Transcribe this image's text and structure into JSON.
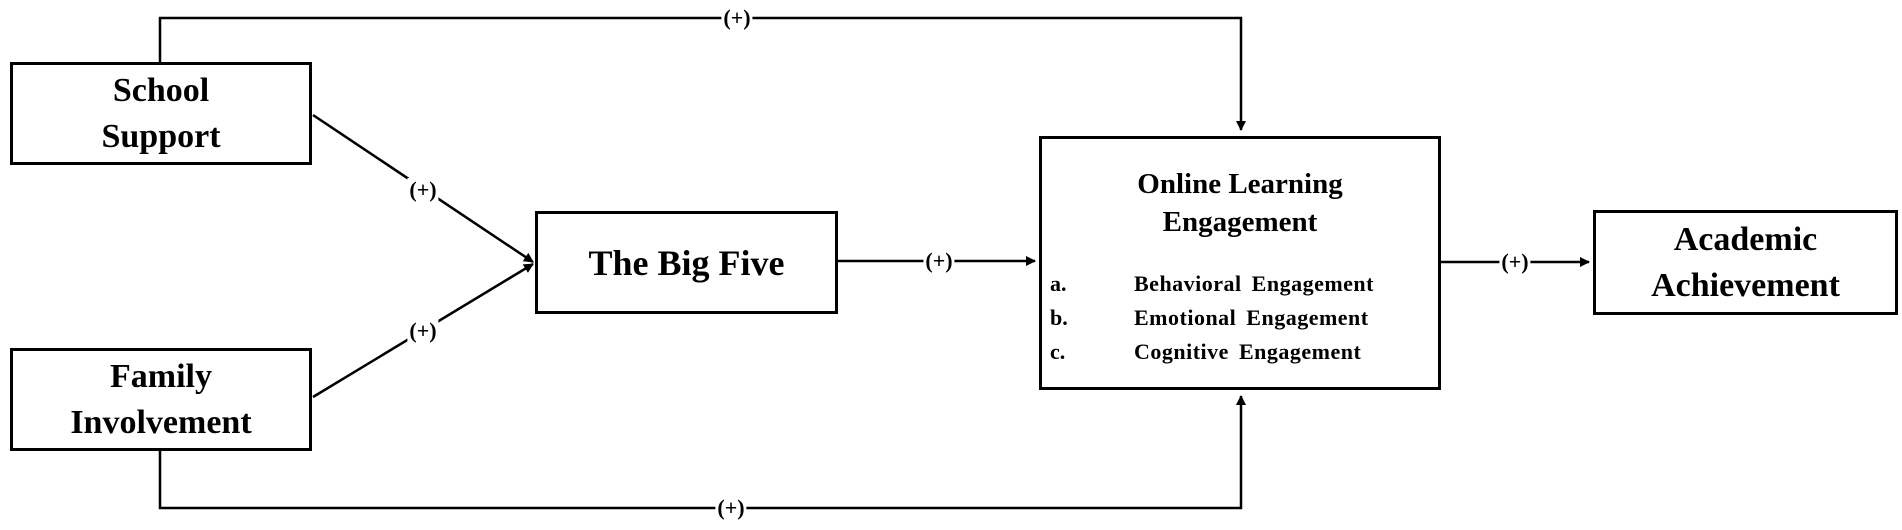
{
  "nodes": {
    "school_support": {
      "lines": [
        "School",
        "Support"
      ]
    },
    "family_involvement": {
      "lines": [
        "Family",
        "Involvement"
      ]
    },
    "big_five": {
      "lines": [
        "The Big Five"
      ]
    },
    "online_learning_engagement": {
      "lines": [
        "Online Learning",
        "Engagement"
      ],
      "sub_items": [
        {
          "letter": "a.",
          "text": "Behavioral Engagement"
        },
        {
          "letter": "b.",
          "text": "Emotional Engagement"
        },
        {
          "letter": "c.",
          "text": "Cognitive Engagement"
        }
      ]
    },
    "academic_achievement": {
      "lines": [
        "Academic",
        "Achievement"
      ]
    }
  },
  "edges": [
    {
      "from": "school_support",
      "to": "online_learning_engagement",
      "label": "(+)"
    },
    {
      "from": "school_support",
      "to": "big_five",
      "label": "(+)"
    },
    {
      "from": "family_involvement",
      "to": "big_five",
      "label": "(+)"
    },
    {
      "from": "big_five",
      "to": "online_learning_engagement",
      "label": "(+)"
    },
    {
      "from": "online_learning_engagement",
      "to": "academic_achievement",
      "label": "(+)"
    },
    {
      "from": "family_involvement",
      "to": "online_learning_engagement",
      "label": "(+)"
    }
  ]
}
